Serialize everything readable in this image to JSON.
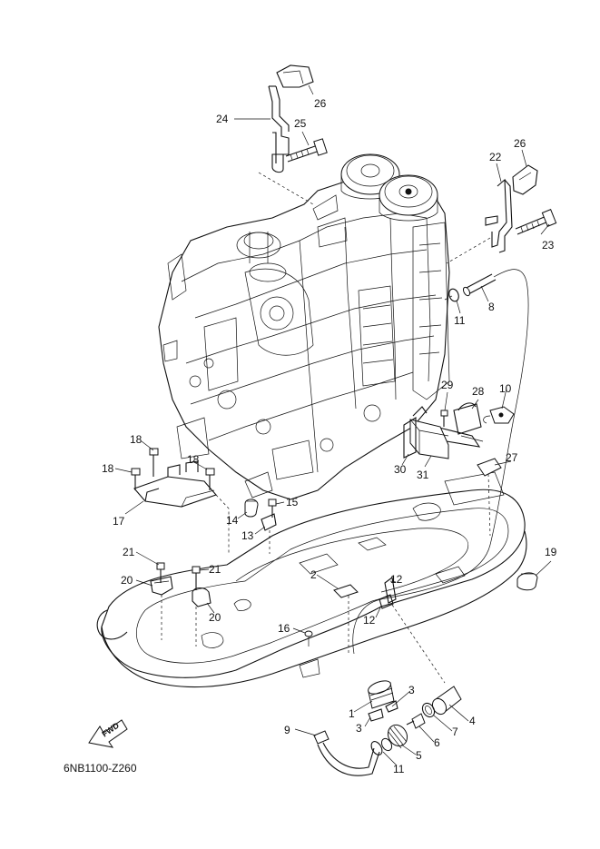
{
  "diagram_code": "6NB1100-Z260",
  "fwd_label": "FWD",
  "callouts": [
    {
      "id": "1",
      "text": "1"
    },
    {
      "id": "2",
      "text": "2"
    },
    {
      "id": "3a",
      "text": "3"
    },
    {
      "id": "3b",
      "text": "3"
    },
    {
      "id": "4",
      "text": "4"
    },
    {
      "id": "5",
      "text": "5"
    },
    {
      "id": "6",
      "text": "6"
    },
    {
      "id": "7",
      "text": "7"
    },
    {
      "id": "8",
      "text": "8"
    },
    {
      "id": "9",
      "text": "9"
    },
    {
      "id": "10",
      "text": "10"
    },
    {
      "id": "11a",
      "text": "11"
    },
    {
      "id": "11b",
      "text": "11"
    },
    {
      "id": "12a",
      "text": "12"
    },
    {
      "id": "12b",
      "text": "12"
    },
    {
      "id": "13",
      "text": "13"
    },
    {
      "id": "14",
      "text": "14"
    },
    {
      "id": "15",
      "text": "15"
    },
    {
      "id": "16",
      "text": "16"
    },
    {
      "id": "17",
      "text": "17"
    },
    {
      "id": "18a",
      "text": "18"
    },
    {
      "id": "18b",
      "text": "18"
    },
    {
      "id": "18c",
      "text": "18"
    },
    {
      "id": "19",
      "text": "19"
    },
    {
      "id": "20a",
      "text": "20"
    },
    {
      "id": "20b",
      "text": "20"
    },
    {
      "id": "21a",
      "text": "21"
    },
    {
      "id": "21b",
      "text": "21"
    },
    {
      "id": "22",
      "text": "22"
    },
    {
      "id": "23",
      "text": "23"
    },
    {
      "id": "24",
      "text": "24"
    },
    {
      "id": "25",
      "text": "25"
    },
    {
      "id": "26a",
      "text": "26"
    },
    {
      "id": "26b",
      "text": "26"
    },
    {
      "id": "27",
      "text": "27"
    },
    {
      "id": "28",
      "text": "28"
    },
    {
      "id": "29",
      "text": "29"
    },
    {
      "id": "30",
      "text": "30"
    },
    {
      "id": "31",
      "text": "31"
    }
  ]
}
